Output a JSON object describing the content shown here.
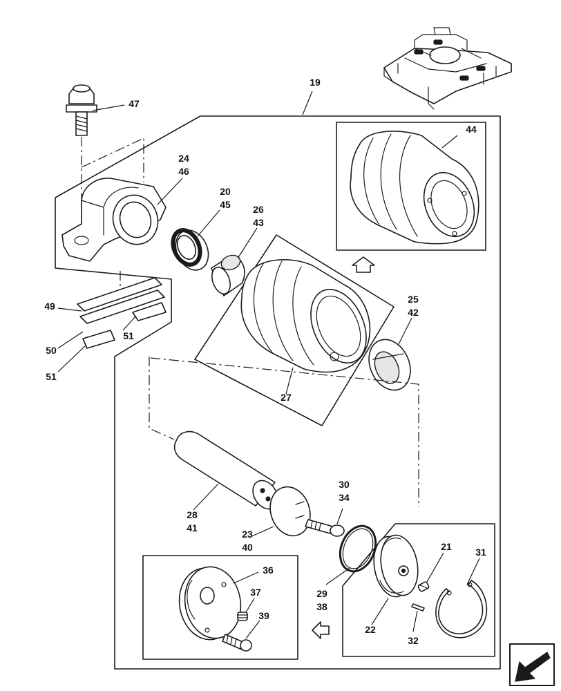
{
  "callouts": {
    "c19": "19",
    "c20": "20",
    "c45": "45",
    "c24": "24",
    "c46": "46",
    "c26": "26",
    "c43": "43",
    "c44": "44",
    "c47": "47",
    "c49": "49",
    "c50": "50",
    "c51a": "51",
    "c51b": "51",
    "c25": "25",
    "c42": "42",
    "c27": "27",
    "c28": "28",
    "c41": "41",
    "c30": "30",
    "c34": "34",
    "c23": "23",
    "c40": "40",
    "c29": "29",
    "c38": "38",
    "c21": "21",
    "c31": "31",
    "c22": "22",
    "c32": "32",
    "c36": "36",
    "c37": "37",
    "c39": "39"
  },
  "colors": {
    "line": "#1a1a1a",
    "background": "#ffffff",
    "shade": "#e6e6e6"
  }
}
